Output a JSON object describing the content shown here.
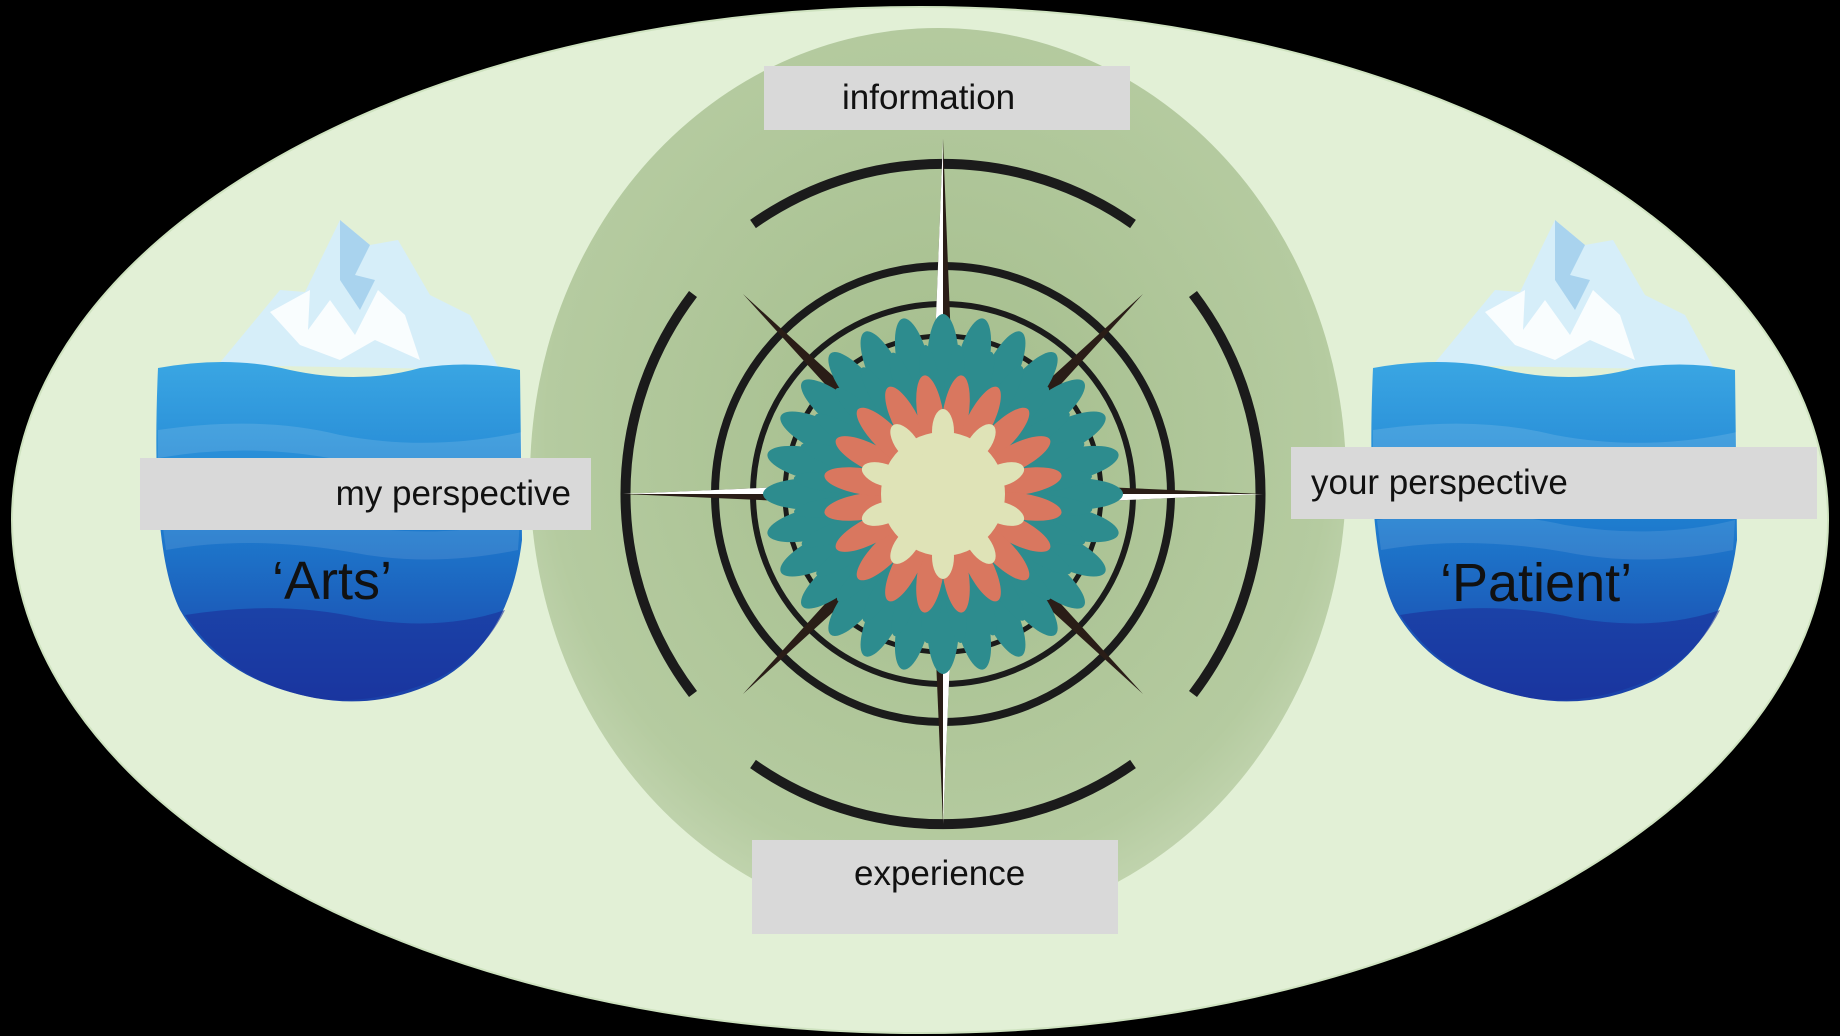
{
  "labels": {
    "information": "information",
    "experience": "experience",
    "my_perspective": "my perspective",
    "your_perspective": "your perspective",
    "arts": "‘Arts’",
    "patient": "‘Patient’"
  },
  "colors": {
    "background": "#000000",
    "outer_ellipse": "#e2f0d6",
    "inner_circle": "#a9c294",
    "label_box": "#d9d9d9",
    "iceberg_top": "#cfe9f7",
    "iceberg_water": "#1f7cd1",
    "figure_teal": "#2d8c8e",
    "figure_salmon": "#d9775f",
    "figure_center": "#dfe3b7",
    "compass_dark": "#1b1b1b"
  },
  "icons": [
    "iceberg-icon",
    "compass-icon",
    "figures-ring-icon"
  ]
}
